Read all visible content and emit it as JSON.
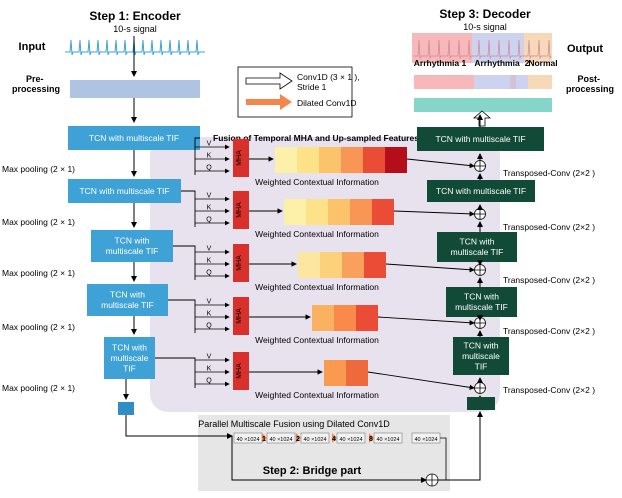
{
  "encoder": {
    "title": "Step 1: Encoder",
    "signal_label": "10-s signal",
    "input_label": "Input",
    "preprocessing_label": "Pre-\nprocessing",
    "blocks": [
      {
        "label": "TCN with  multiscale TIF"
      },
      {
        "label": "TCN with  multiscale TIF"
      },
      {
        "label": "TCN with\nmultiscale TIF"
      },
      {
        "label": "TCN with\nmultiscale TIF"
      },
      {
        "label": "TCN with\nmultiscale\nTIF"
      }
    ],
    "pooling_labels": [
      "Max pooling (2 × 1)",
      "Max pooling (2 × 1)",
      "Max pooling (2 × 1)",
      "Max pooling (2 × 1)",
      "Max pooling (2 × 1)"
    ]
  },
  "decoder": {
    "title": "Step 3: Decoder",
    "signal_label": "10-s signal",
    "output_label": "Output",
    "postprocessing_label": "Post-\nprocessing",
    "segment_labels": [
      "Arrhythmia  1",
      "Arrhythmia",
      "2",
      "Normal"
    ],
    "blocks": [
      {
        "label": "TCN with  multiscale TIF"
      },
      {
        "label": "TCN with  multiscale TIF"
      },
      {
        "label": "TCN with\nmultiscale TIF"
      },
      {
        "label": "TCN with\nmultiscale TIF"
      },
      {
        "label": "TCN with\nmultiscale\nTIF"
      }
    ],
    "upsample_labels": [
      "Transposed-Conv (2×2 )",
      "Transposed-Conv (2×2 )",
      "Transposed-Conv (2×2 )",
      "Transposed-Conv (2×2 )",
      "Transposed-Conv (2×2 )"
    ]
  },
  "fusion": {
    "title": "Fusion of Temporal MHA and Up-sampled Features",
    "mha_label": "MHA",
    "qkv": [
      "V",
      "K",
      "Q"
    ],
    "weighted_label": "Weighted Contextual Information"
  },
  "legend": {
    "conv_label": "Conv1D (3 × 1 ),\nStride 1",
    "dilated_label": "Dilated Conv1D"
  },
  "bridge": {
    "title": "Parallel Multiscale Fusion using Dilated Conv1D",
    "step_label": "Step 2: Bridge part",
    "block_label": "40 ×1024",
    "dilations": [
      "1",
      "2",
      "4",
      "8"
    ],
    "plus": "⊕"
  },
  "colors": {
    "encoder_blue": "#3ea2d6",
    "decoder_green": "#124a38",
    "mha_red": "#d9302c",
    "fusion_bg": "#e8e2ee",
    "bridge_bg": "#e6e6e6",
    "preproc": "#afc3e3"
  }
}
